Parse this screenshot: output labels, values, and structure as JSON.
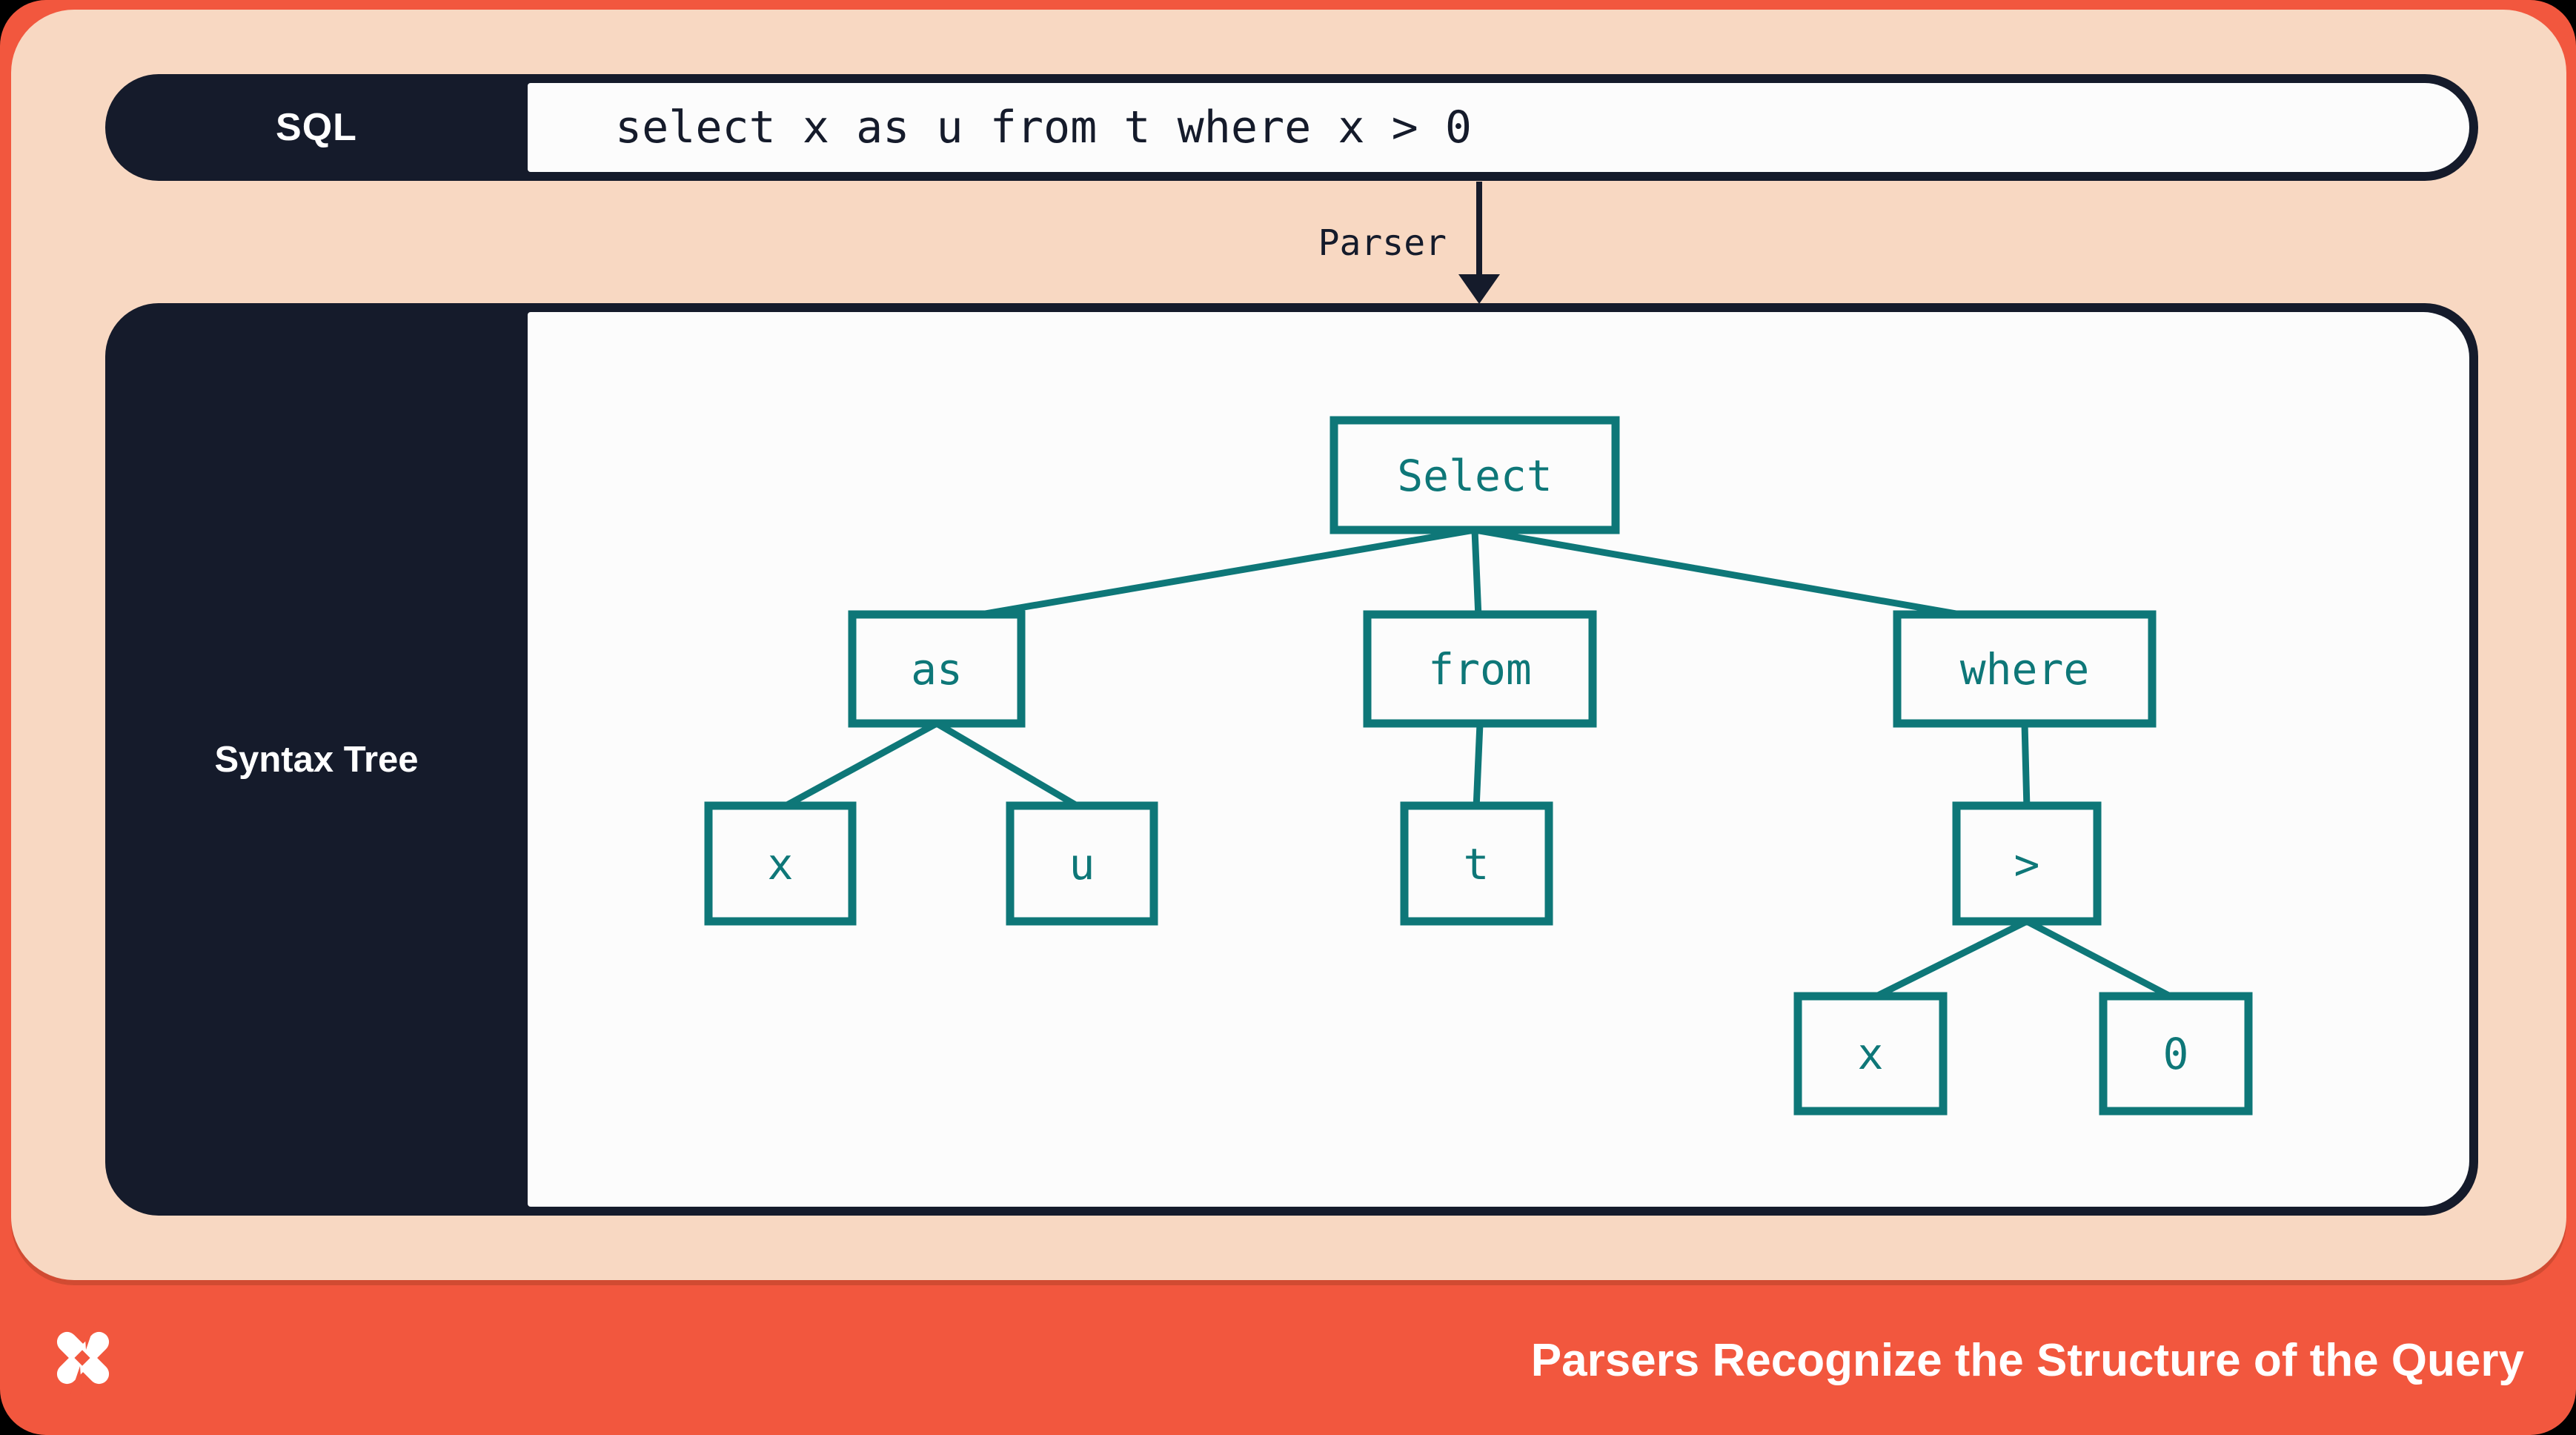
{
  "colors": {
    "orange": "#f2573e",
    "peach": "#f8d8c2",
    "navy": "#151b2b",
    "teal": "#0e7778",
    "box_fill": "#fcfcfc",
    "text_light": "#ffffff"
  },
  "sql_bar": {
    "label": "SQL",
    "query": "select x as u from t where x > 0"
  },
  "parser": {
    "label": "Parser"
  },
  "syntax_tree_panel": {
    "label": "Syntax Tree"
  },
  "tree": {
    "nodes": [
      {
        "id": "select",
        "label": "Select"
      },
      {
        "id": "as",
        "label": "as"
      },
      {
        "id": "from",
        "label": "from"
      },
      {
        "id": "where",
        "label": "where"
      },
      {
        "id": "x-alias-source",
        "label": "x"
      },
      {
        "id": "u-alias",
        "label": "u"
      },
      {
        "id": "t-table",
        "label": "t"
      },
      {
        "id": "gt-operator",
        "label": ">"
      },
      {
        "id": "x-operand",
        "label": "x"
      },
      {
        "id": "zero-operand",
        "label": "0"
      }
    ],
    "edges": [
      [
        "Select",
        "as"
      ],
      [
        "Select",
        "from"
      ],
      [
        "Select",
        "where"
      ],
      [
        "as",
        "x"
      ],
      [
        "as",
        "u"
      ],
      [
        "from",
        "t"
      ],
      [
        "where",
        ">"
      ],
      [
        ">",
        "x"
      ],
      [
        ">",
        "0"
      ]
    ]
  },
  "footer": {
    "title": "Parsers Recognize the Structure of the Query",
    "logo": "pinwheel-shuriken-logo"
  }
}
